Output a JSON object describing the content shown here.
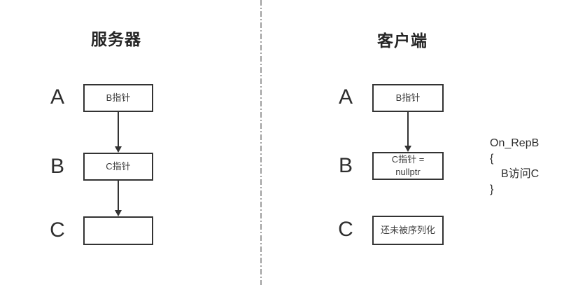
{
  "server": {
    "title": "服务器",
    "rows": [
      {
        "label": "A",
        "box": "B指针"
      },
      {
        "label": "B",
        "box": "C指针"
      },
      {
        "label": "C",
        "box": ""
      }
    ]
  },
  "client": {
    "title": "客户端",
    "rows": [
      {
        "label": "A",
        "box": "B指针"
      },
      {
        "label": "B",
        "box": "C指针 =\nnullptr"
      },
      {
        "label": "C",
        "box": "还未被序列化"
      }
    ]
  },
  "code_note": {
    "name": "On_RepB",
    "open_brace": "{",
    "body": "B访问C",
    "close_brace": "}"
  },
  "colors": {
    "stroke": "#333333",
    "text": "#3d3d3d",
    "divider": "#9f9f9f",
    "background": "#ffffff"
  }
}
